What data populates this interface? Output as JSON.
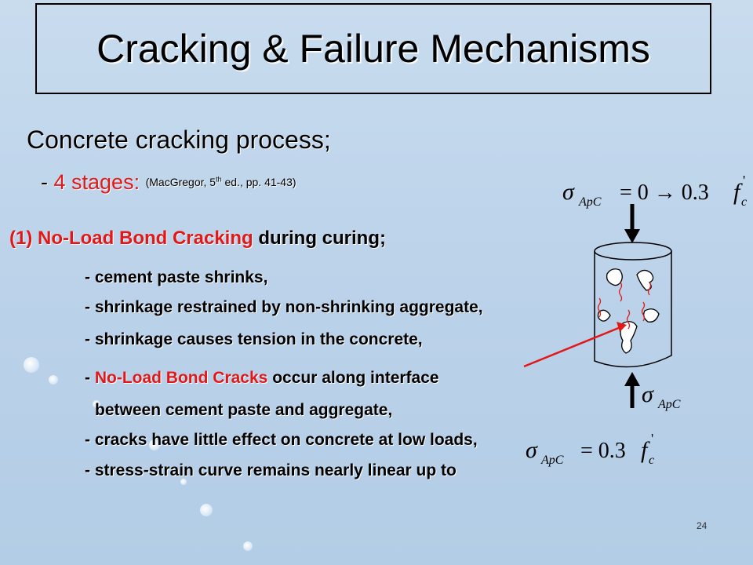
{
  "slide": {
    "title": "Cracking & Failure Mechanisms",
    "heading": "Concrete cracking process;",
    "stages_dash": "- ",
    "stages_text": "4 stages:",
    "reference_before_sup": "(MacGregor, 5",
    "reference_sup": "th",
    "reference_after_sup": " ed., pp. 41-43)",
    "step1": {
      "label": "(1) No-Load Bond Cracking",
      "suffix": " during curing;"
    },
    "bullets": {
      "b1": "- cement paste shrinks,",
      "b2": "- shrinkage restrained by non-shrinking aggregate,",
      "b3": "- shrinkage causes tension in the concrete,",
      "b4_prefix": "- ",
      "b4_red": "No-Load Bond Cracks",
      "b4_suffix": " occur along interface",
      "b4_cont": "between cement paste and aggregate,",
      "b5": "- cracks have little effect on concrete at low loads,",
      "b6": "- stress-strain curve remains nearly linear up to"
    },
    "page_number": "24"
  },
  "equations": {
    "top": {
      "sigma": "σ",
      "sub": "ApC",
      "eq": "= 0 → 0.3",
      "f": "f",
      "f_sub": "c",
      "prime": "'"
    },
    "bottom_label": {
      "sigma": "σ",
      "sub": "ApC"
    },
    "bottom": {
      "sigma": "σ",
      "sub": "ApC",
      "eq": "= 0.3",
      "f": "f",
      "f_sub": "c",
      "prime": "'"
    }
  },
  "colors": {
    "accent_red": "#e21818",
    "text": "#000000",
    "background": "#bcd3ea"
  }
}
